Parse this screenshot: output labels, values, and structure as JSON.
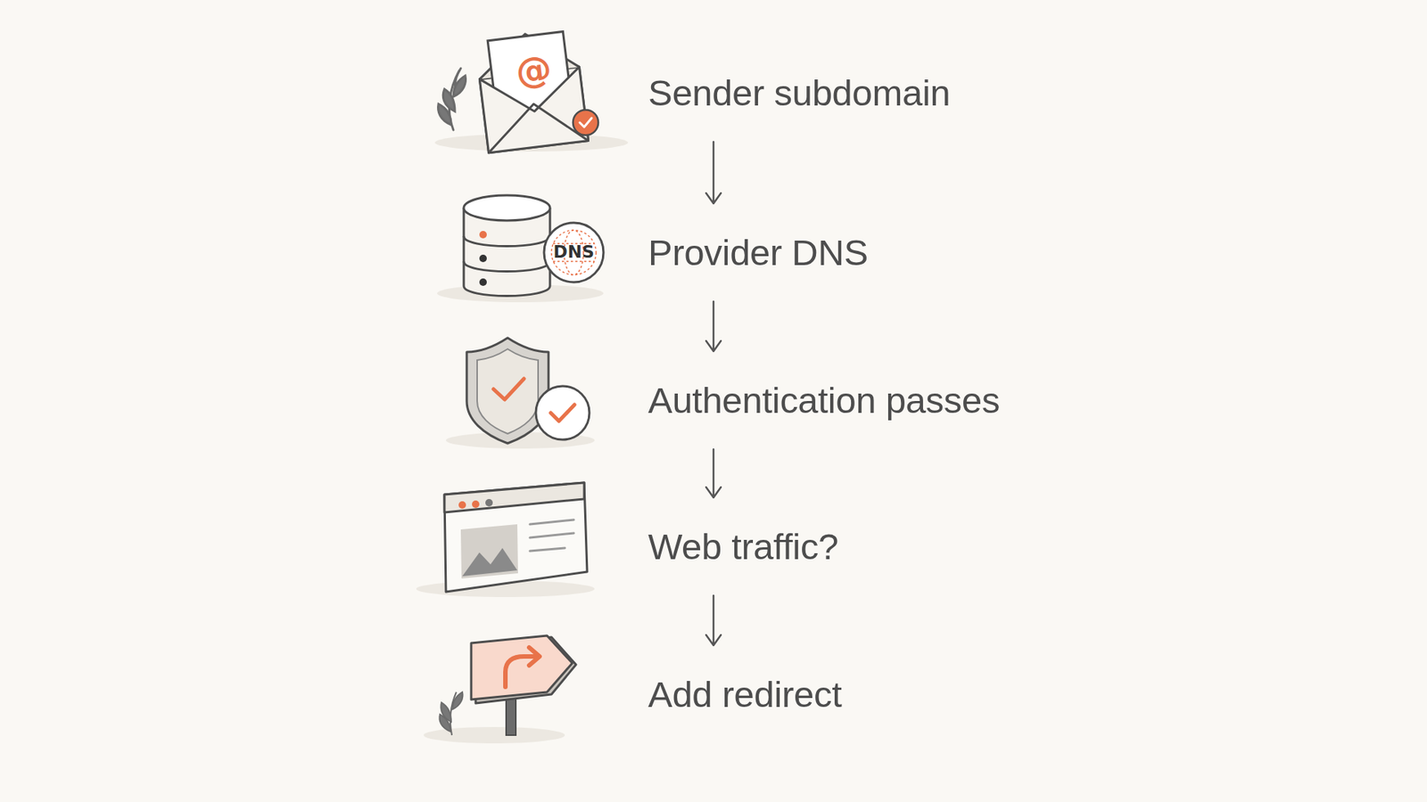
{
  "diagram": {
    "nodes": [
      {
        "text": [
          "Sender subdomain"
        ]
      },
      {
        "text": [
          "Provider DNS"
        ]
      },
      {
        "text": [
          "Authentication passes"
        ]
      },
      {
        "text": [
          "Web traffic?"
        ]
      },
      {
        "text": [
          "Add redirect"
        ]
      }
    ],
    "edges": [
      {
        "from": 0,
        "to": 1,
        "arrow": "to"
      },
      {
        "from": 1,
        "to": 2,
        "arrow": "to"
      },
      {
        "from": 2,
        "to": 3,
        "arrow": "to"
      },
      {
        "from": 3,
        "to": 4,
        "arrow": "to"
      }
    ],
    "labels": [
      "@",
      "DNS"
    ]
  }
}
